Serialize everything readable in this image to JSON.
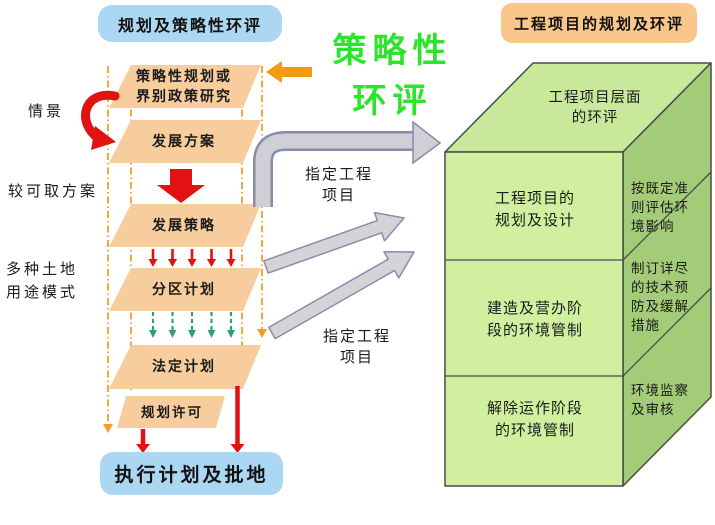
{
  "header": {
    "left_title": "规划及策略性环评",
    "right_title": "工程项目的规划及环评"
  },
  "center_title": "策略性\n环评",
  "flowchart": {
    "steps": [
      "策略性规划或\n界别政策研究",
      "发展方案",
      "发展策略",
      "分区计划",
      "法定计划",
      "规划许可"
    ],
    "outcome": "执行计划及批地",
    "side_labels": {
      "scenario": "情景",
      "preferred_option": "较可取方案",
      "land_use": "多种土地\n用途模式"
    },
    "designated_project_upper": "指定工程\n项目",
    "designated_project_lower": "指定工程\n项目"
  },
  "cube": {
    "top_label": "工程项目层面\n的环评",
    "front_sections": [
      "工程项目的\n规划及设计",
      "建造及营办阶\n段的环境管制",
      "解除运作阶段\n的环境管制"
    ],
    "side_sections": [
      "按既定准\n则评估环\n境影响",
      "制订详尽\n的技术预\n防及缓解\n措施",
      "环境监察\n及审核"
    ]
  },
  "colors": {
    "header_left_bg": "#abd7f2",
    "header_right_bg": "#f9c68c",
    "parallelogram_fill": "#f8cd9d",
    "outcome_bg": "#abd7f2",
    "center_title_green": "#2be42b",
    "cube_top": "#c8e89c",
    "cube_front": "#d0f0a0",
    "cube_side": "#a3cc79",
    "red_arrow": "#e31212",
    "orange_guide": "#f0a02a",
    "teal_arrow": "#2e9e80",
    "gray_arrow": "#d4d4d8"
  }
}
